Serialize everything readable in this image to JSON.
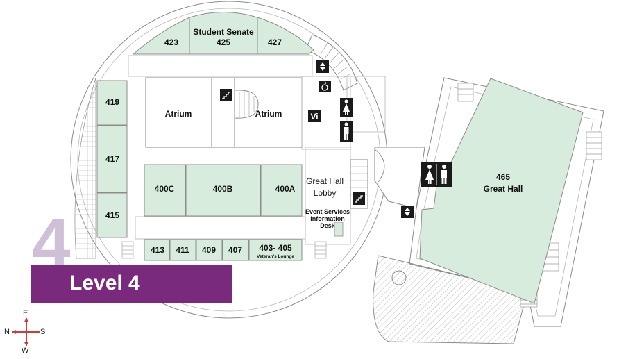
{
  "level": {
    "number": "4",
    "title": "Level 4"
  },
  "compass": {
    "north": "N",
    "south": "S",
    "east": "E",
    "west": "W"
  },
  "rooms": {
    "r423": "423",
    "student_senate_name": "Student Senate",
    "student_senate_number": "425",
    "r427": "427",
    "r419": "419",
    "r417": "417",
    "r415": "415",
    "atrium_left": "Atrium",
    "atrium_right": "Atrium",
    "r400c": "400C",
    "r400b": "400B",
    "r400a": "400A",
    "r413": "413",
    "r411": "411",
    "r409": "409",
    "r407": "407",
    "r403_405": "403- 405",
    "veterans_lounge": "Veteran's Lounge",
    "great_hall_lobby_line1": "Great Hall",
    "great_hall_lobby_line2": "Lobby",
    "event_services_line1": "Event Services",
    "event_services_line2": "Information",
    "event_services_line3": "Desk",
    "great_hall_number": "465",
    "great_hall_name": "Great Hall"
  },
  "icons": {
    "vending": "Vi"
  },
  "colors": {
    "room_fill": "#d7ecdc",
    "banner": "#7a2a7c",
    "level_number": "#cfc0d8",
    "compass_arrow": "#d43a3a"
  }
}
